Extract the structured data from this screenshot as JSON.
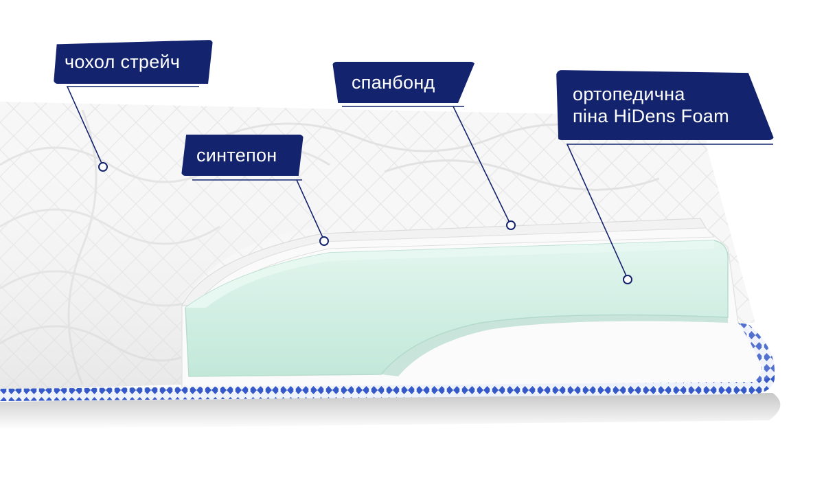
{
  "labels": {
    "cover": "чохол стрейч",
    "spunbond": "спанбонд",
    "syntepon": "синтепон",
    "foam_line1": "ортопедична",
    "foam_line2": "піна HiDens Foam"
  },
  "colors": {
    "label_bg": "#14236e",
    "label_text": "#ffffff",
    "foam": "#cfeee3",
    "border_pattern": "#3559c8",
    "cover_white": "#f6f6f6"
  }
}
